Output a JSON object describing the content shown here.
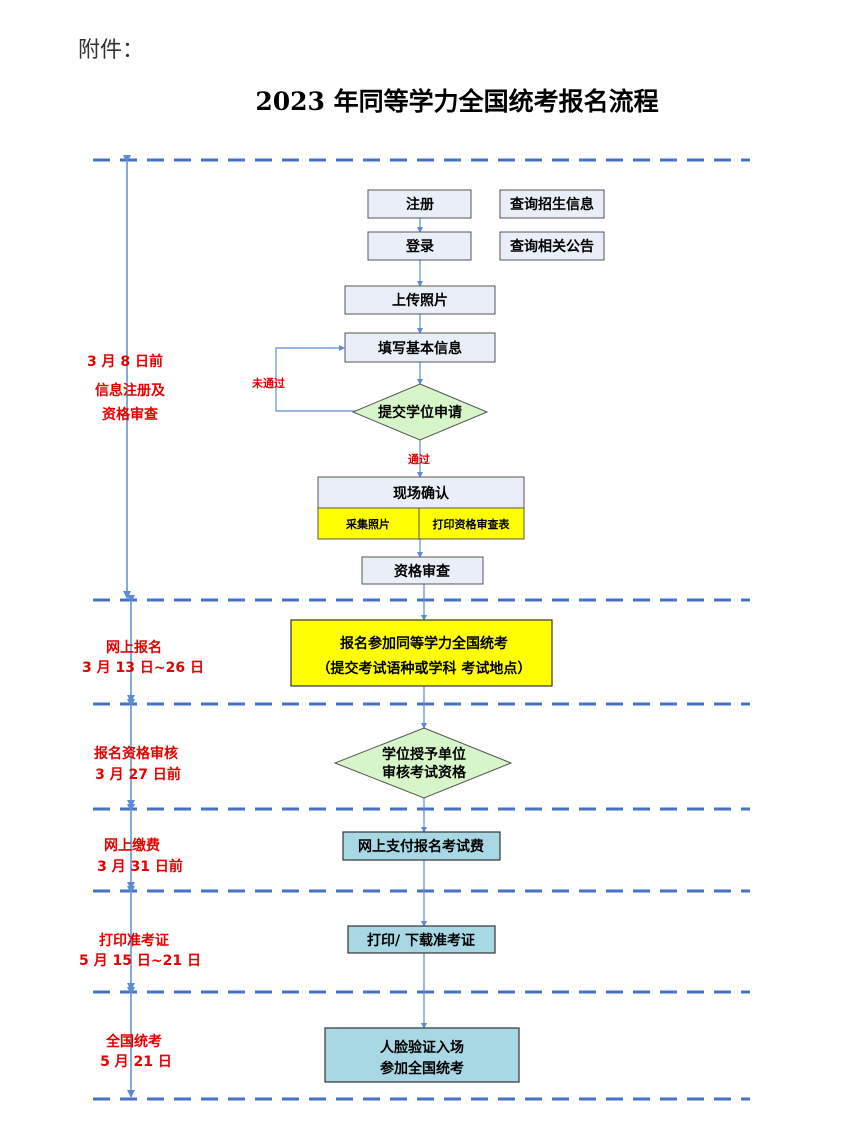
{
  "attachment_label": "附件：",
  "title": "2023 年同等学力全国统考报名流程",
  "phases": [
    {
      "lines": [
        "3 月 8 日前",
        "信息注册及",
        "资格审查"
      ]
    },
    {
      "lines": [
        "网上报名",
        "3 月 13 日~26 日"
      ]
    },
    {
      "lines": [
        "报名资格审核",
        "3 月 27 日前"
      ]
    },
    {
      "lines": [
        "网上缴费",
        "3 月 31 日前"
      ]
    },
    {
      "lines": [
        "打印准考证",
        "5 月 15 日~21 日"
      ]
    },
    {
      "lines": [
        "全国统考",
        "5 月 21 日"
      ]
    }
  ],
  "nodes": {
    "register": "注册",
    "query_enrollment": "查询招生信息",
    "login": "登录",
    "query_notice": "查询相关公告",
    "upload_photo": "上传照片",
    "fill_info": "填写基本信息",
    "submit_application": "提交学位申请",
    "onsite_confirm": "现场确认",
    "collect_photo": "采集照片",
    "print_review_form": "打印资格审查表",
    "qualification_review": "资格审查",
    "signup_line1": "报名参加同等学力全国统考",
    "signup_line2": "（提交考试语种或学科  考试地点）",
    "degree_unit_line1": "学位授予单位",
    "degree_unit_line2": "审核考试资格",
    "pay_fee": "网上支付报名考试费",
    "print_ticket": "打印/ 下载准考证",
    "exam_line1": "人脸验证入场",
    "exam_line2": "参加全国统考"
  },
  "edge_labels": {
    "not_passed": "未通过",
    "passed": "通过"
  },
  "colors": {
    "dash_line": "#4472c4",
    "connector": "#5b8bd6",
    "arrow": "#5b8bd6",
    "box_light": "#e9eef8",
    "box_yellow": "#ffff00",
    "diamond_green": "#d6f5c8",
    "box_teal": "#a8d8e4",
    "phase_red": "#e60000"
  }
}
